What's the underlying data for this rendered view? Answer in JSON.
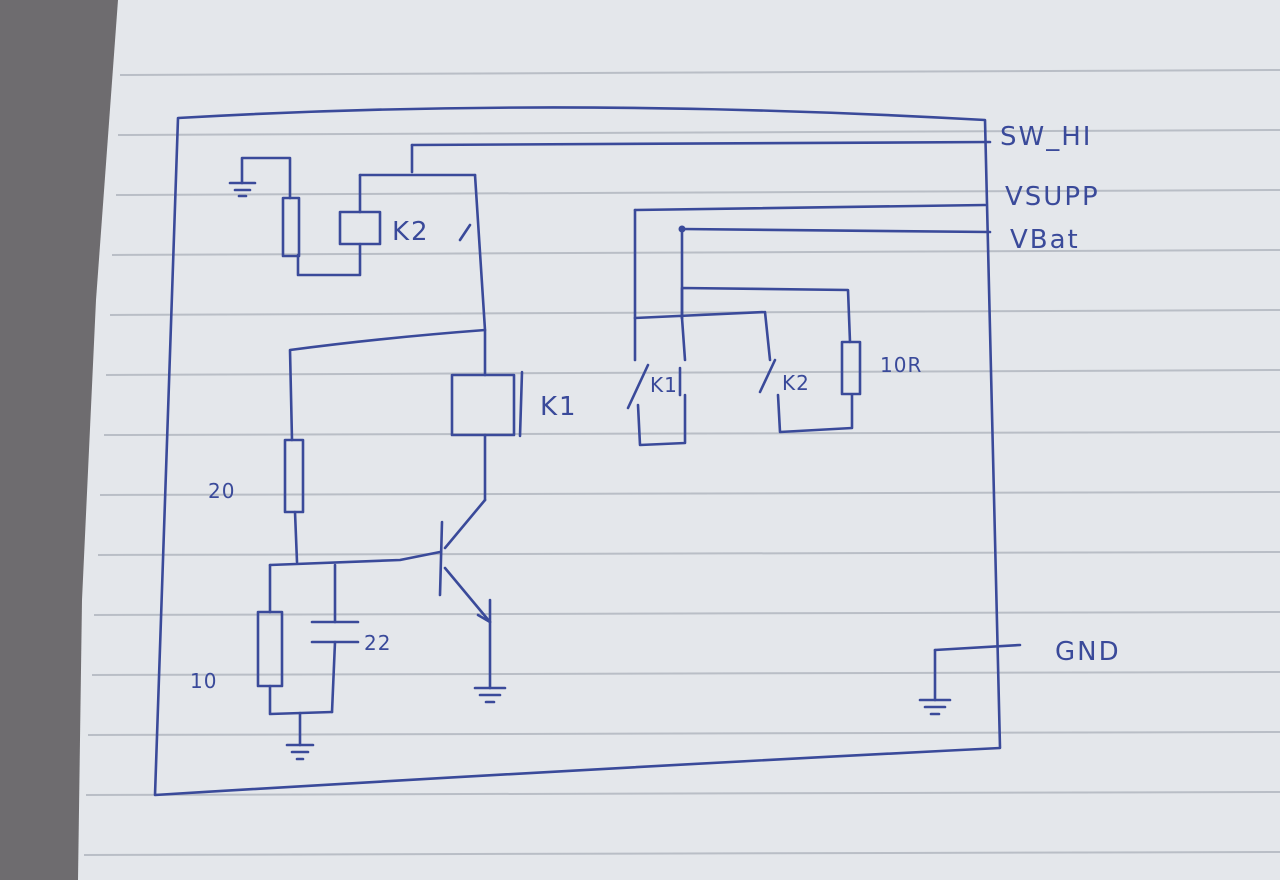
{
  "diagram": {
    "ink_color": "#3a4a9a",
    "paper_color": "#e4e7eb",
    "background_color": "#6e6c6f",
    "rule_color": "#b9bec6",
    "nets": {
      "sw_hi": "SW_HI",
      "vsupp": "VSUPP",
      "vbat": "VBat",
      "gnd": "GND"
    },
    "components": {
      "relay_k2": "K2",
      "relay_k1": "K1",
      "contact_k1": "K1",
      "contact_k2": "K2",
      "resistor_10r_value": "10R",
      "resistor_20_value": "20",
      "resistor_10_value": "10",
      "capacitor_value": "22"
    }
  }
}
